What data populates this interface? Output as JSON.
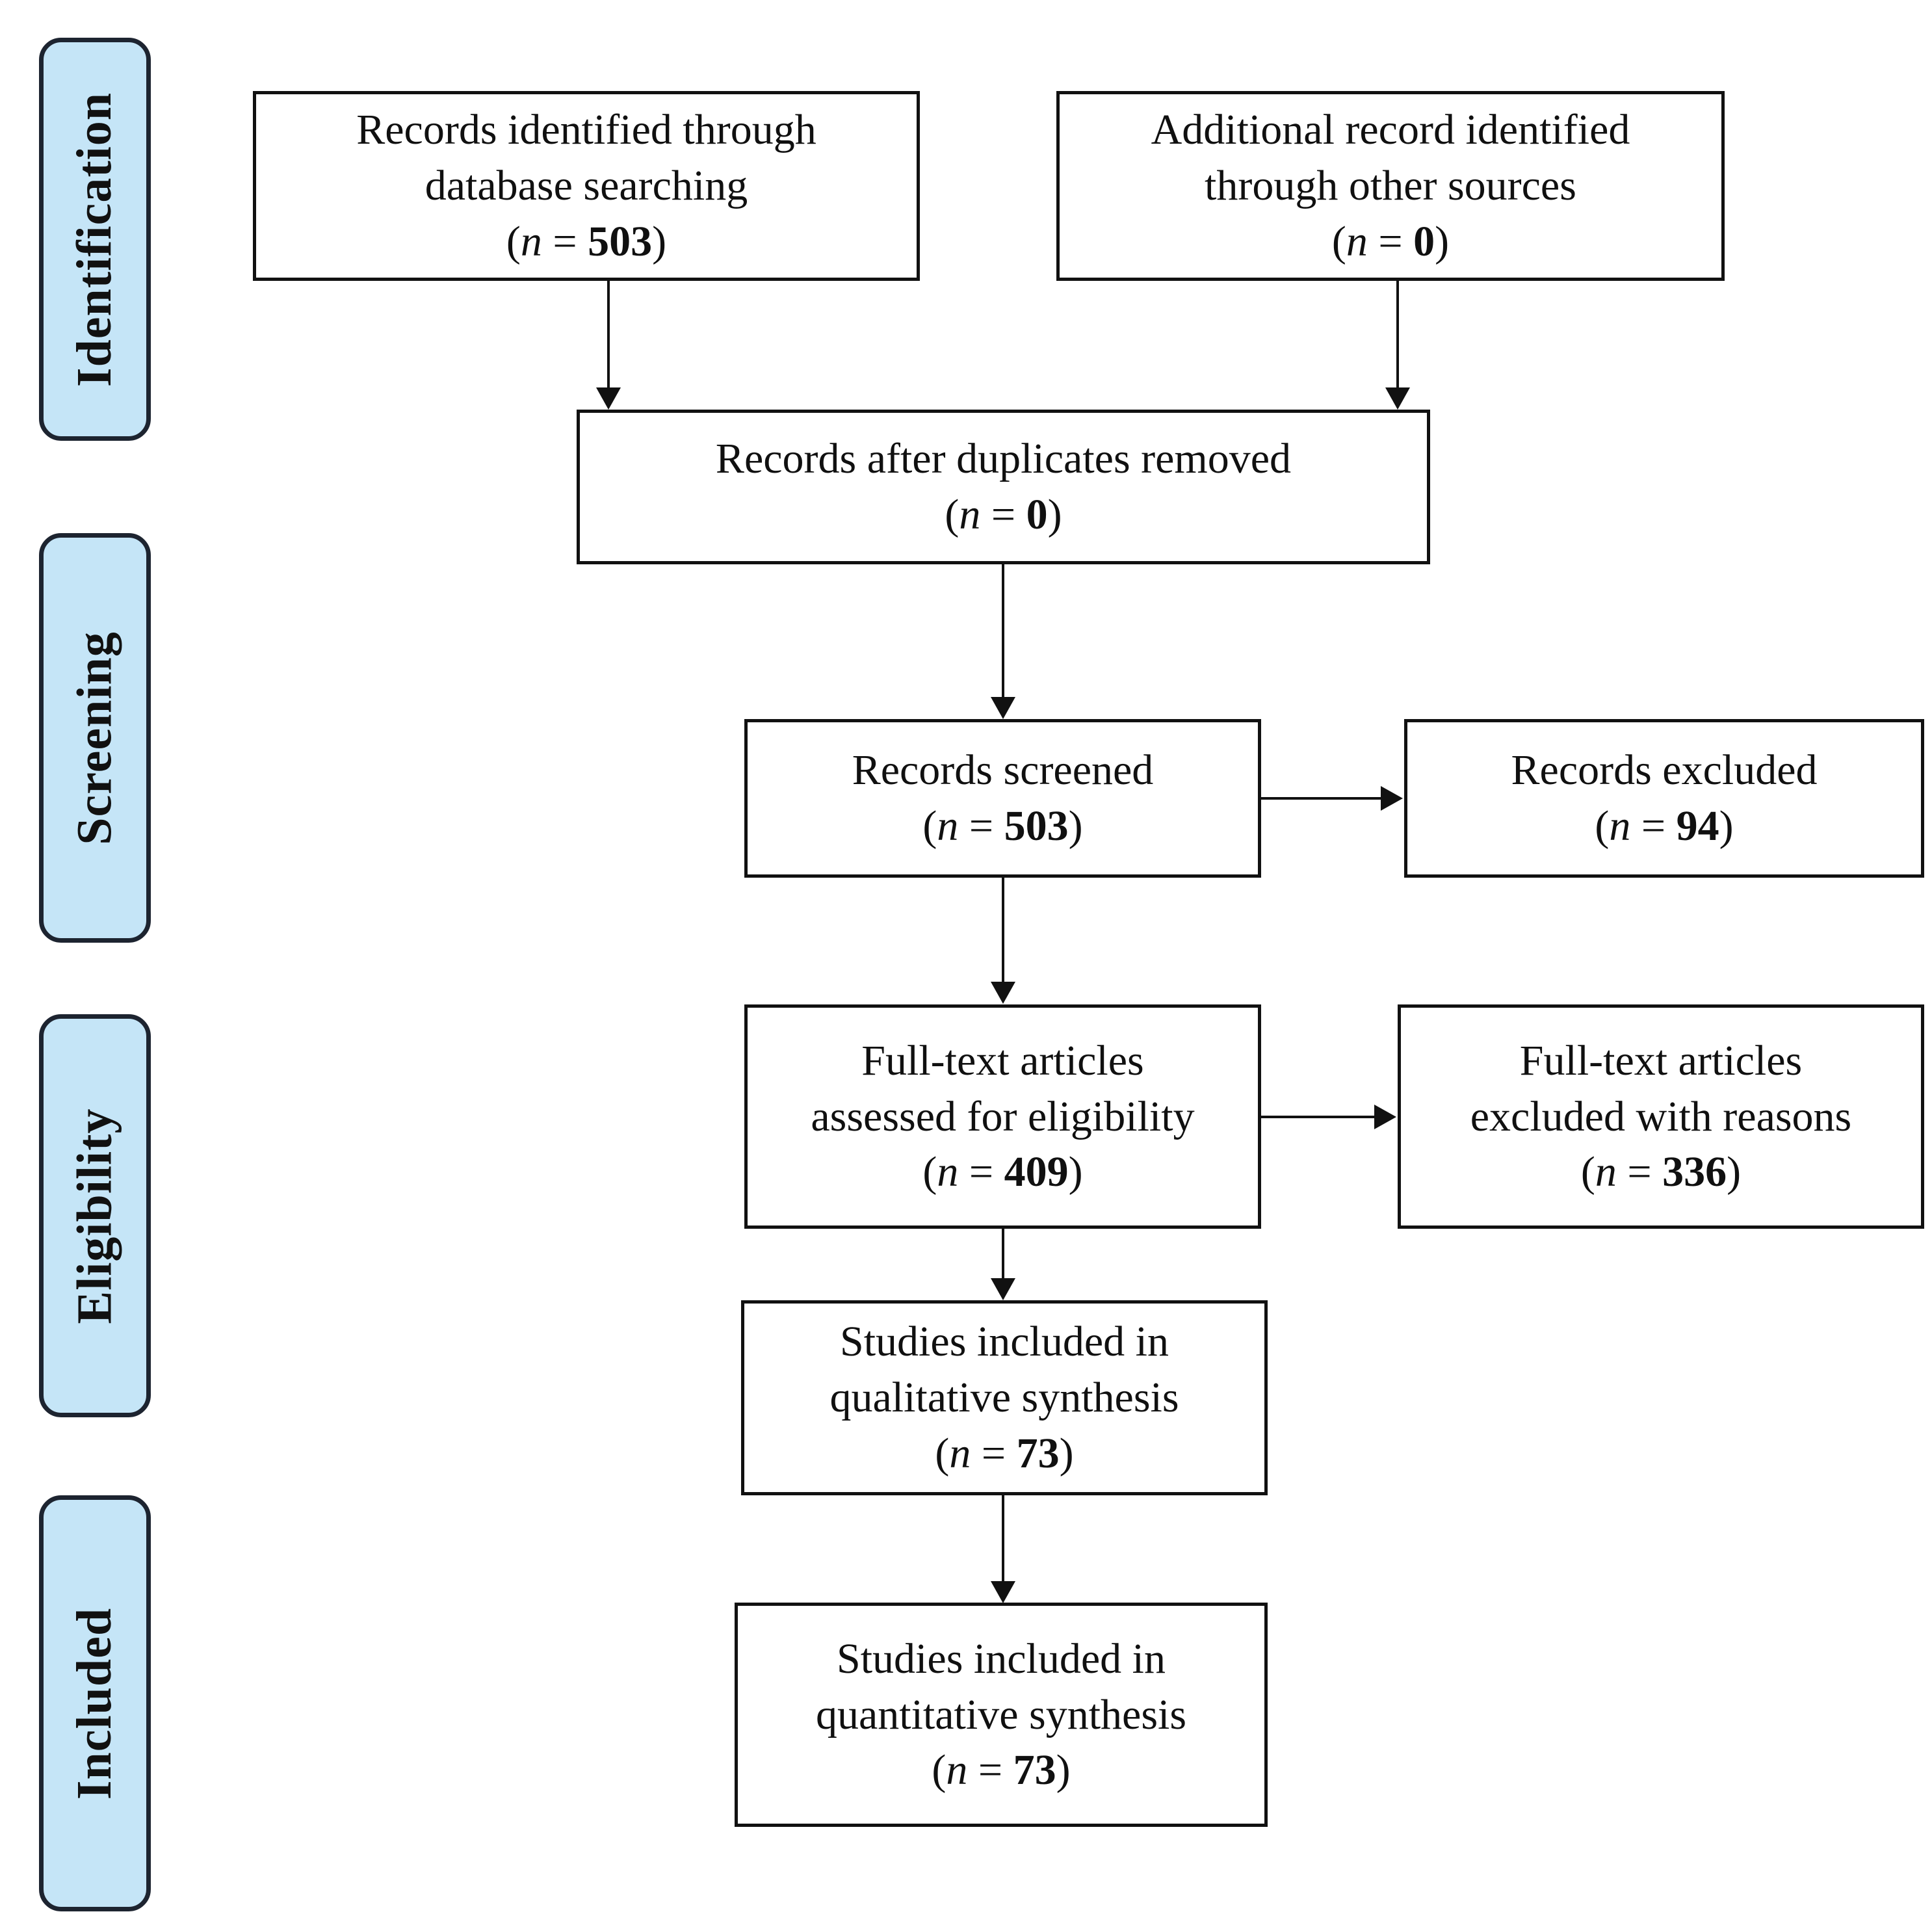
{
  "diagram": {
    "title": "PRISMA flow diagram",
    "type": "flowchart",
    "accent_color": "#c5e5f7",
    "border_color": "#1d2430",
    "line_color": "#111111",
    "background": "#ffffff"
  },
  "stages": [
    {
      "id": "identification",
      "label": "Identification"
    },
    {
      "id": "screening",
      "label": "Screening"
    },
    {
      "id": "eligibility",
      "label": "Eligibility"
    },
    {
      "id": "included",
      "label": "Included"
    }
  ],
  "boxes": {
    "db_search": {
      "line1": "Records identified through",
      "line2": "database searching",
      "n_open": "(",
      "n_var": "n",
      "n_eq": " = ",
      "n_value": "503",
      "n_close": ")"
    },
    "other_sources": {
      "line1": "Additional record identified",
      "line2": "through other sources",
      "n_open": "(",
      "n_var": "n",
      "n_eq": " = ",
      "n_value": "0",
      "n_close": ")"
    },
    "duplicates_removed": {
      "line1": "Records after duplicates removed",
      "line2": "",
      "n_open": "(",
      "n_var": "n",
      "n_eq": " = ",
      "n_value": "0",
      "n_close": ")"
    },
    "records_screened": {
      "line1": "Records screened",
      "line2": "",
      "n_open": "(",
      "n_var": "n",
      "n_eq": " = ",
      "n_value": "503",
      "n_close": ")"
    },
    "records_excluded": {
      "line1": "Records excluded",
      "line2": "",
      "n_open": "(",
      "n_var": "n",
      "n_eq": " = ",
      "n_value": "94",
      "n_close": ")"
    },
    "fulltext_assessed": {
      "line1": "Full-text articles",
      "line2": "assessed for eligibility",
      "n_open": "(",
      "n_var": "n",
      "n_eq": " = ",
      "n_value": "409",
      "n_close": ")"
    },
    "fulltext_excluded": {
      "line1": "Full-text articles",
      "line2": "excluded with reasons",
      "n_open": "(",
      "n_var": "n",
      "n_eq": " = ",
      "n_value": "336",
      "n_close": ")"
    },
    "qualitative": {
      "line1": "Studies included in",
      "line2": "qualitative synthesis",
      "n_open": "(",
      "n_var": "n",
      "n_eq": " = ",
      "n_value": "73",
      "n_close": ")"
    },
    "quantitative": {
      "line1": "Studies included in",
      "line2": "quantitative synthesis",
      "n_open": "(",
      "n_var": "n",
      "n_eq": " = ",
      "n_value": "73",
      "n_close": ")"
    }
  },
  "chart_data": {
    "type": "diagram",
    "title": "PRISMA flow diagram",
    "nodes": [
      {
        "id": "db_search",
        "stage": "Identification",
        "label": "Records identified through database searching",
        "n": 503
      },
      {
        "id": "other_sources",
        "stage": "Identification",
        "label": "Additional record identified through other sources",
        "n": 0
      },
      {
        "id": "duplicates_removed",
        "stage": "Identification",
        "label": "Records after duplicates removed",
        "n": 0
      },
      {
        "id": "records_screened",
        "stage": "Screening",
        "label": "Records screened",
        "n": 503
      },
      {
        "id": "records_excluded",
        "stage": "Screening",
        "label": "Records excluded",
        "n": 94
      },
      {
        "id": "fulltext_assessed",
        "stage": "Eligibility",
        "label": "Full-text articles assessed for eligibility",
        "n": 409
      },
      {
        "id": "fulltext_excluded",
        "stage": "Eligibility",
        "label": "Full-text articles excluded with reasons",
        "n": 336
      },
      {
        "id": "qualitative",
        "stage": "Included",
        "label": "Studies included in qualitative synthesis",
        "n": 73
      },
      {
        "id": "quantitative",
        "stage": "Included",
        "label": "Studies included in quantitative synthesis",
        "n": 73
      }
    ],
    "edges": [
      {
        "from": "db_search",
        "to": "duplicates_removed",
        "direction": "down"
      },
      {
        "from": "other_sources",
        "to": "duplicates_removed",
        "direction": "down"
      },
      {
        "from": "duplicates_removed",
        "to": "records_screened",
        "direction": "down"
      },
      {
        "from": "records_screened",
        "to": "records_excluded",
        "direction": "right"
      },
      {
        "from": "records_screened",
        "to": "fulltext_assessed",
        "direction": "down"
      },
      {
        "from": "fulltext_assessed",
        "to": "fulltext_excluded",
        "direction": "right"
      },
      {
        "from": "fulltext_assessed",
        "to": "qualitative",
        "direction": "down"
      },
      {
        "from": "qualitative",
        "to": "quantitative",
        "direction": "down"
      }
    ]
  }
}
